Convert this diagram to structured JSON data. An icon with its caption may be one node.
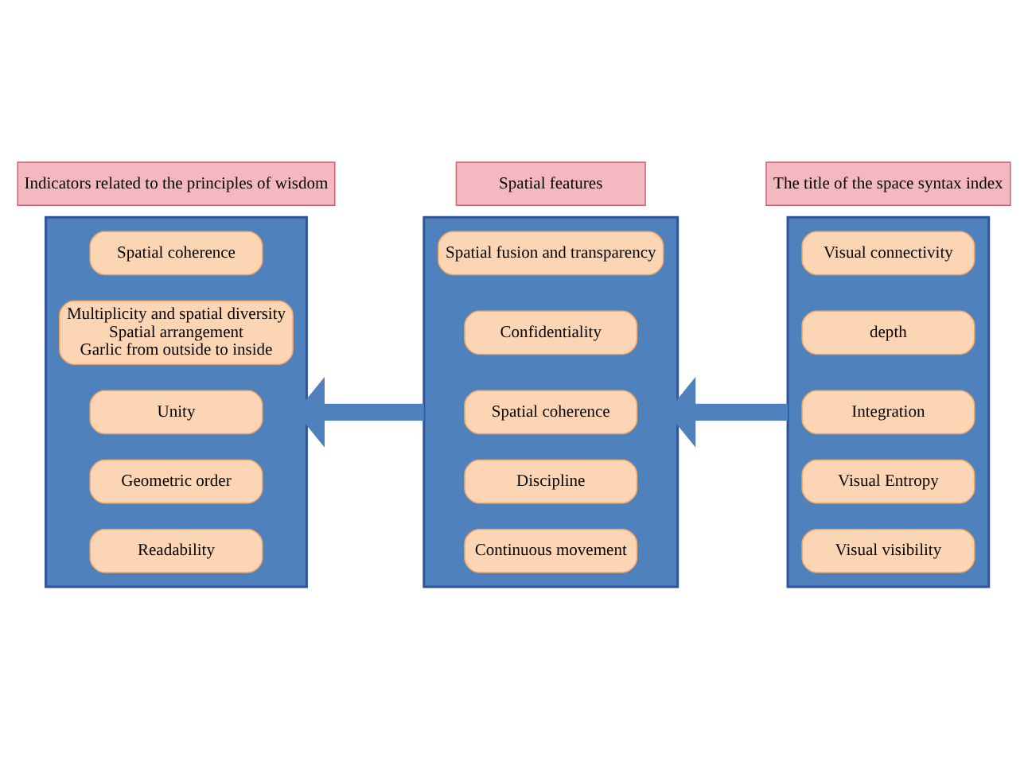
{
  "diagram": {
    "nodes": [
      {
        "text": [
          "Indicators related to the principles of wisdom"
        ]
      },
      {
        "text": [
          "Spatial features"
        ]
      },
      {
        "text": [
          "The title of the space syntax index"
        ]
      },
      {
        "text": [],
        "shape": "box"
      },
      {
        "text": [
          "Spatial coherence"
        ],
        "in": 3
      },
      {
        "text": [
          "Multiplicity and spatial diversity",
          "Spatial arrangement",
          "Garlic from outside to inside"
        ],
        "in": 3
      },
      {
        "text": [
          "Unity"
        ],
        "in": 3
      },
      {
        "text": [
          "Geometric order"
        ],
        "in": 3
      },
      {
        "text": [
          "Readability"
        ],
        "in": 3
      },
      {
        "text": [],
        "shape": "box"
      },
      {
        "text": [
          "Spatial fusion and transparency"
        ],
        "in": 9
      },
      {
        "text": [
          "Confidentiality"
        ],
        "in": 9
      },
      {
        "text": [
          "Spatial coherence"
        ],
        "in": 9
      },
      {
        "text": [
          "Discipline"
        ],
        "in": 9
      },
      {
        "text": [
          "Continuous movement"
        ],
        "in": 9
      },
      {
        "text": [],
        "shape": "box"
      },
      {
        "text": [
          "Visual connectivity"
        ],
        "in": 15
      },
      {
        "text": [
          "depth"
        ],
        "in": 15
      },
      {
        "text": [
          "Integration"
        ],
        "in": 15
      },
      {
        "text": [
          "Visual Entropy"
        ],
        "in": 15
      },
      {
        "text": [
          "Visual visibility"
        ],
        "in": 15
      }
    ],
    "edges": [
      {
        "from": 9,
        "to": 3,
        "arrow": "to"
      },
      {
        "from": 15,
        "to": 9,
        "arrow": "to"
      }
    ]
  }
}
